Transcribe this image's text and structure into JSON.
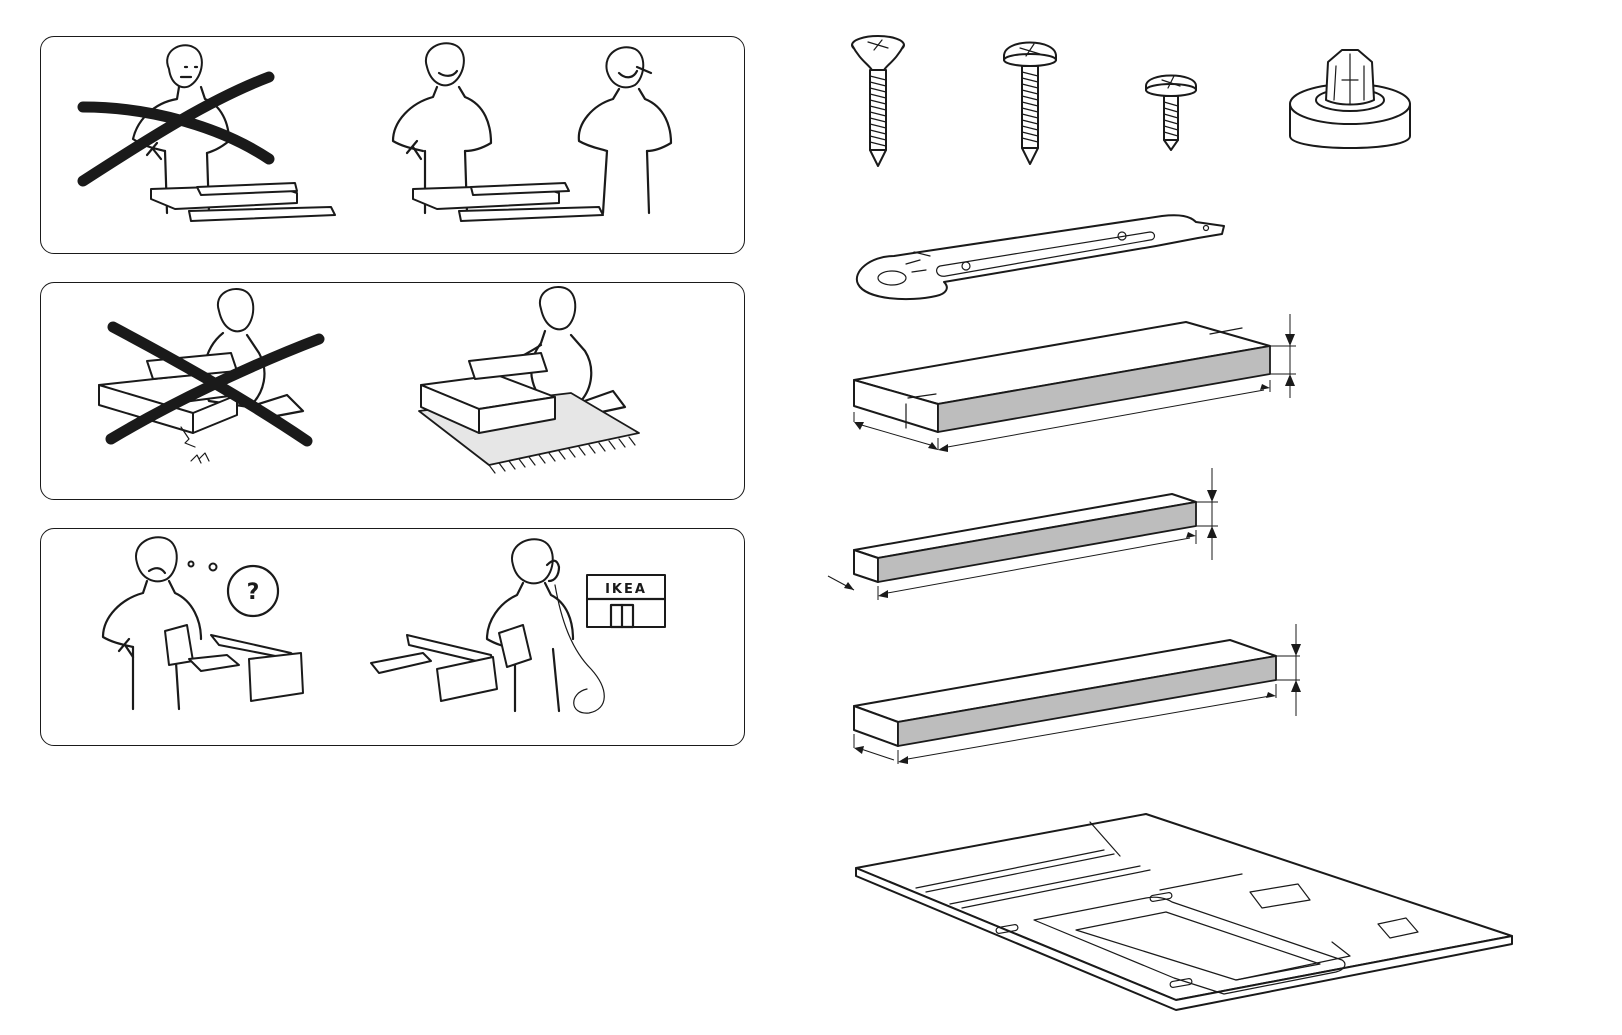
{
  "panels": [
    {
      "id": "two-people"
    },
    {
      "id": "soft-surface"
    },
    {
      "id": "contact-ikea"
    }
  ],
  "store_sign": {
    "label": "IKEA"
  },
  "thought_bubble": {
    "symbol": "?"
  },
  "parts": [
    {
      "icon": "countersunk-screw-icon"
    },
    {
      "icon": "pan-head-screw-icon"
    },
    {
      "icon": "short-screw-icon"
    },
    {
      "icon": "plastic-cam-fitting-icon"
    },
    {
      "icon": "metal-bracket-icon"
    },
    {
      "icon": "wide-board-icon"
    },
    {
      "icon": "narrow-board-icon"
    },
    {
      "icon": "long-board-icon"
    },
    {
      "icon": "back-panel-icon"
    }
  ]
}
